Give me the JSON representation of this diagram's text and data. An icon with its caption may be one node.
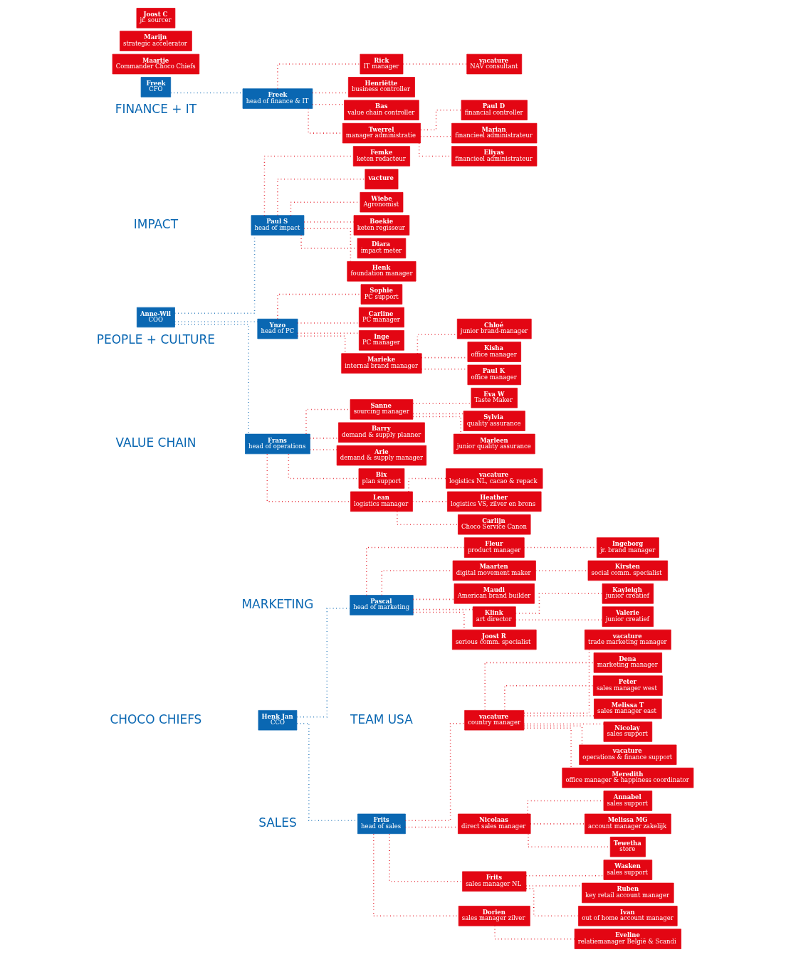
{
  "diagram": {
    "nodes": [
      {
        "text": [
          "Wasken",
          "sales support"
        ]
      },
      {
        "text": [
          "Ruben",
          "key retail account manager"
        ]
      },
      {
        "text": [
          "Ivan",
          "out of home account manager"
        ]
      },
      {
        "text": [
          "Annabel",
          "sales support"
        ]
      },
      {
        "text": [
          "Melissa MG",
          "account manager zakelijk"
        ]
      },
      {
        "text": [
          "Nicolaas",
          "direct sales manager"
        ]
      },
      {
        "text": [
          "Frits",
          "sales manager NL"
        ]
      },
      {
        "text": [
          "Tewetha",
          "store"
        ]
      },
      {
        "text": [
          "Dorien",
          "sales manager zilver"
        ]
      },
      {
        "text": [
          "Frits",
          "head of sales"
        ]
      },
      {
        "text": [
          "Eveline",
          "relatiemanager België & Scandi"
        ]
      },
      {
        "text": [
          "Peter",
          "sales manager west"
        ]
      },
      {
        "text": [
          "Melissa T",
          "sales manager east"
        ]
      },
      {
        "text": [
          "Nicolay",
          "sales support"
        ]
      },
      {
        "text": [
          "vacature",
          "operations & finance support"
        ]
      },
      {
        "text": [
          "Meredith",
          "office manager & happiness coordinator"
        ]
      },
      {
        "text": [
          "vacature",
          "trade marketing manager"
        ]
      },
      {
        "text": [
          "vacature",
          "country manager"
        ]
      },
      {
        "text": [
          "Dena",
          "marketing manager"
        ]
      },
      {
        "text": [
          "Henk Jan",
          "CCO"
        ]
      },
      {
        "text": [
          "Anne-Wil",
          "COO"
        ]
      },
      {
        "text": [
          "Freek",
          "CFO"
        ]
      },
      {
        "text": [
          "Maartje",
          "Commander Choco Chiefs"
        ]
      },
      {
        "text": [
          "Marijn",
          "strategic accelerator"
        ]
      },
      {
        "text": [
          "Kayleigh",
          "junior creatief"
        ]
      },
      {
        "text": [
          "Klink",
          "art director"
        ]
      },
      {
        "text": [
          "Pascal",
          "head of marketing"
        ]
      },
      {
        "text": [
          "Valerie",
          "junior creatief"
        ]
      },
      {
        "text": [
          "Joost R",
          "serious comm. specialist"
        ]
      },
      {
        "text": [
          "Fleur",
          "product manager"
        ]
      },
      {
        "text": [
          "Ingeborg",
          "jr. brand manager"
        ]
      },
      {
        "text": [
          "Maarten",
          "digital movement maker"
        ]
      },
      {
        "text": [
          "Kirsten",
          "social comm. specialist"
        ]
      },
      {
        "text": [
          "Maudi",
          "American brand builder"
        ]
      },
      {
        "text": [
          "Boekie",
          "keten regisseur"
        ]
      },
      {
        "text": [
          "Diara",
          "impact meter"
        ]
      },
      {
        "text": [
          "Henk",
          "foundation manager"
        ]
      },
      {
        "text": [
          "Paul S",
          "head of impact"
        ]
      },
      {
        "text": [
          "Femke",
          "keten redacteur"
        ]
      },
      {
        "text": [
          "vacture"
        ]
      },
      {
        "text": [
          "Wiebe",
          "Agronomist"
        ]
      },
      {
        "text": [
          "Ynzo",
          "head of PC"
        ]
      },
      {
        "text": [
          "Carline",
          "PC manager"
        ]
      },
      {
        "text": [
          "Inge",
          "PC manager"
        ]
      },
      {
        "text": [
          "Marieke",
          "internal brand manager"
        ]
      },
      {
        "text": [
          "Sophie",
          "PC support"
        ]
      },
      {
        "text": [
          "Chloé",
          "junior brand-manager"
        ]
      },
      {
        "text": [
          "Kisha",
          "office manager"
        ]
      },
      {
        "text": [
          "Paul K",
          "office manager"
        ]
      },
      {
        "text": [
          "Freek",
          "head of finance & IT"
        ]
      },
      {
        "text": [
          "Rick",
          "IT manager"
        ]
      },
      {
        "text": [
          "Henriëtte",
          "business controller"
        ]
      },
      {
        "text": [
          "vacature",
          "NAV consultant"
        ]
      },
      {
        "text": [
          "Bas",
          "value chain controller"
        ]
      },
      {
        "text": [
          "Twerrel",
          "manager administratie"
        ]
      },
      {
        "text": [
          "Paul D",
          "financial controller"
        ]
      },
      {
        "text": [
          "Marian",
          "financieel administrateur"
        ]
      },
      {
        "text": [
          "Eliyas",
          "financieel administrateur"
        ]
      },
      {
        "text": [
          "Frans",
          "head of operations"
        ]
      },
      {
        "text": [
          "Sanne",
          "sourcing manager"
        ]
      },
      {
        "text": [
          "Barry",
          "demand & supply planner"
        ]
      },
      {
        "text": [
          "Arie",
          "demand & supply manager"
        ]
      },
      {
        "text": [
          "Bix",
          "plan support"
        ]
      },
      {
        "text": [
          "Lean",
          "logistics manager"
        ]
      },
      {
        "text": [
          "Eva W",
          "Taste Maker"
        ]
      },
      {
        "text": [
          "Joost C",
          "jr. sourcer"
        ]
      },
      {
        "text": [
          "Sylvia",
          "quality assurance"
        ]
      },
      {
        "text": [
          "vacature",
          "logistics NL, cacao & repack"
        ]
      },
      {
        "text": [
          "Heather",
          "logistics VS, zilver en brons"
        ]
      },
      {
        "text": [
          "Carlijn",
          "Choco Service Canon"
        ]
      },
      {
        "text": [
          "Marleen",
          "junior quality assurance"
        ]
      }
    ],
    "edges": [
      {
        "from": 19,
        "to": 9,
        "arrow": "none",
        "color": "#0a67b2"
      },
      {
        "from": 19,
        "to": 26,
        "arrow": "none",
        "color": "#0a67b2"
      },
      {
        "from": 20,
        "to": 37,
        "arrow": "none",
        "color": "#0a67b2"
      },
      {
        "from": 20,
        "to": 41,
        "arrow": "none",
        "color": "#0a67b2"
      },
      {
        "from": 20,
        "to": 58,
        "arrow": "none",
        "color": "#0a67b2"
      },
      {
        "from": 21,
        "to": 49,
        "arrow": "none",
        "color": "#0a67b2"
      },
      {
        "from": 9,
        "to": 5,
        "arrow": "none"
      },
      {
        "from": 9,
        "to": 6,
        "arrow": "none"
      },
      {
        "from": 9,
        "to": 8,
        "arrow": "none"
      },
      {
        "from": 9,
        "to": 17,
        "arrow": "none"
      },
      {
        "from": 6,
        "to": 0,
        "arrow": "none"
      },
      {
        "from": 6,
        "to": 1,
        "arrow": "none"
      },
      {
        "from": 6,
        "to": 2,
        "arrow": "none"
      },
      {
        "from": 5,
        "to": 3,
        "arrow": "none"
      },
      {
        "from": 5,
        "to": 4,
        "arrow": "none"
      },
      {
        "from": 5,
        "to": 7,
        "arrow": "none"
      },
      {
        "from": 8,
        "to": 10,
        "arrow": "none"
      },
      {
        "from": 17,
        "to": 11,
        "arrow": "none"
      },
      {
        "from": 17,
        "to": 12,
        "arrow": "none"
      },
      {
        "from": 17,
        "to": 16,
        "arrow": "none"
      },
      {
        "from": 17,
        "to": 14,
        "arrow": "none"
      },
      {
        "from": 17,
        "to": 13,
        "arrow": "none"
      },
      {
        "from": 17,
        "to": 15,
        "arrow": "none"
      },
      {
        "from": 17,
        "to": 18,
        "arrow": "none"
      },
      {
        "from": 26,
        "to": 25,
        "arrow": "none"
      },
      {
        "from": 25,
        "to": 24,
        "arrow": "none"
      },
      {
        "from": 25,
        "to": 27,
        "arrow": "none"
      },
      {
        "from": 26,
        "to": 28,
        "arrow": "none"
      },
      {
        "from": 26,
        "to": 31,
        "arrow": "none"
      },
      {
        "from": 31,
        "to": 32,
        "arrow": "none"
      },
      {
        "from": 26,
        "to": 29,
        "arrow": "none"
      },
      {
        "from": 29,
        "to": 30,
        "arrow": "none"
      },
      {
        "from": 26,
        "to": 33,
        "arrow": "none"
      },
      {
        "from": 37,
        "to": 34,
        "arrow": "none"
      },
      {
        "from": 37,
        "to": 35,
        "arrow": "none"
      },
      {
        "from": 37,
        "to": 36,
        "arrow": "none"
      },
      {
        "from": 37,
        "to": 38,
        "arrow": "none"
      },
      {
        "from": 37,
        "to": 39,
        "arrow": "none"
      },
      {
        "from": 37,
        "to": 40,
        "arrow": "none"
      },
      {
        "from": 41,
        "to": 42,
        "arrow": "none"
      },
      {
        "from": 41,
        "to": 43,
        "arrow": "none"
      },
      {
        "from": 41,
        "to": 45,
        "arrow": "none"
      },
      {
        "from": 41,
        "to": 44,
        "arrow": "none"
      },
      {
        "from": 44,
        "to": 46,
        "arrow": "none"
      },
      {
        "from": 44,
        "to": 47,
        "arrow": "none"
      },
      {
        "from": 44,
        "to": 48,
        "arrow": "none"
      },
      {
        "from": 49,
        "to": 50,
        "arrow": "none"
      },
      {
        "from": 50,
        "to": 52,
        "arrow": "none"
      },
      {
        "from": 49,
        "to": 51,
        "arrow": "none"
      },
      {
        "from": 49,
        "to": 53,
        "arrow": "none"
      },
      {
        "from": 49,
        "to": 54,
        "arrow": "none"
      },
      {
        "from": 54,
        "to": 55,
        "arrow": "none"
      },
      {
        "from": 54,
        "to": 56,
        "arrow": "none"
      },
      {
        "from": 54,
        "to": 57,
        "arrow": "none"
      },
      {
        "from": 58,
        "to": 59,
        "arrow": "none"
      },
      {
        "from": 58,
        "to": 60,
        "arrow": "none"
      },
      {
        "from": 58,
        "to": 61,
        "arrow": "none"
      },
      {
        "from": 58,
        "to": 62,
        "arrow": "none"
      },
      {
        "from": 58,
        "to": 63,
        "arrow": "none"
      },
      {
        "from": 59,
        "to": 64,
        "arrow": "none"
      },
      {
        "from": 59,
        "to": 66,
        "arrow": "none"
      },
      {
        "from": 59,
        "to": 70,
        "arrow": "none"
      },
      {
        "from": 63,
        "to": 67,
        "arrow": "none"
      },
      {
        "from": 63,
        "to": 68,
        "arrow": "none"
      },
      {
        "from": 63,
        "to": 69,
        "arrow": "none"
      }
    ],
    "labels": [
      "SALES",
      "TEAM USA",
      "IMPACT",
      "CHOCO CHIEFS",
      "MARKETING",
      "PEOPLE + CULTURE",
      "FINANCE + IT",
      "VALUE CHAIN"
    ]
  }
}
